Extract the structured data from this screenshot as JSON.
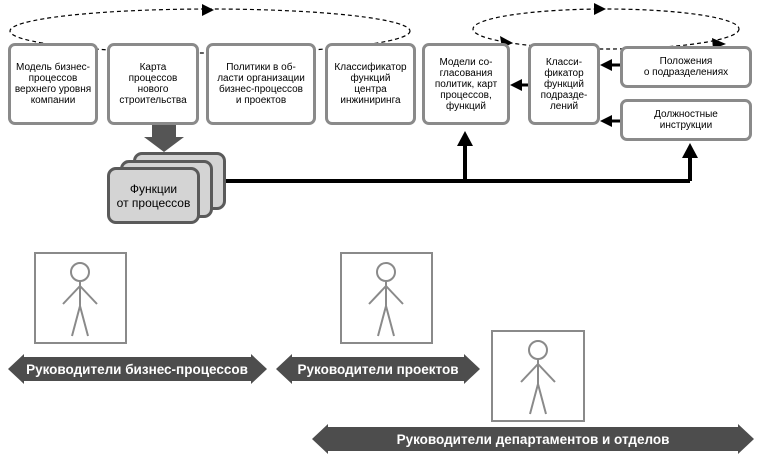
{
  "top_boxes": [
    {
      "id": "model",
      "text": "Модель бизнес-\nпроцессов\nверхнего уровня\nкомпании"
    },
    {
      "id": "map",
      "text": "Карта\nпроцессов\nнового\nстроительства"
    },
    {
      "id": "policies",
      "text": "Политики в об-\nласти организации\nбизнес-процессов\nи проектов"
    },
    {
      "id": "classifier-eng",
      "text": "Классификатор\nфункций\nцентра\nинжиниринга"
    },
    {
      "id": "agreement",
      "text": "Модели со-\nгласования\nполитик, карт\nпроцессов,\nфункций"
    },
    {
      "id": "classifier-div",
      "text": "Класси-\nфикатор\nфункций\nподразде-\nлений"
    },
    {
      "id": "regulations",
      "text": "Положения\nо подразделениях"
    },
    {
      "id": "instructions",
      "text": "Должностные\nинструкции"
    }
  ],
  "functions_box": {
    "text": "Функции\nот процессов"
  },
  "banners": [
    {
      "id": "bp",
      "label": "Руководители бизнес-процессов"
    },
    {
      "id": "projects",
      "label": "Руководители проектов"
    },
    {
      "id": "departments",
      "label": "Руководители  департаментов и отделов"
    }
  ],
  "colors": {
    "box_border": "#8a8a8a",
    "stack_fill": "#d4d4d4",
    "banner": "#4d4d4d",
    "line": "#000000"
  }
}
